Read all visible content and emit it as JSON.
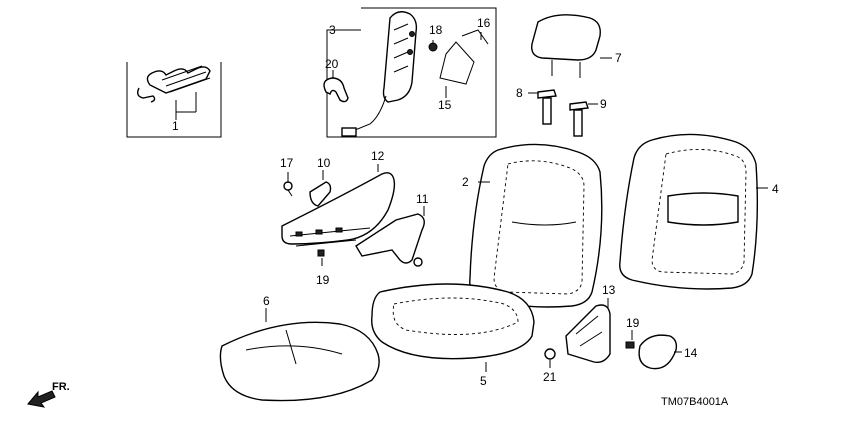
{
  "diagram": {
    "callouts": {
      "c1": "1",
      "c2": "2",
      "c3": "3",
      "c4": "4",
      "c5": "5",
      "c6": "6",
      "c7": "7",
      "c8": "8",
      "c9": "9",
      "c10": "10",
      "c11": "11",
      "c12": "12",
      "c13": "13",
      "c14": "14",
      "c15": "15",
      "c16": "16",
      "c17": "17",
      "c18": "18",
      "c19a": "19",
      "c19b": "19",
      "c20": "20",
      "c21": "21"
    },
    "diagram_code": "TM07B4001A",
    "direction_label": "FR."
  }
}
